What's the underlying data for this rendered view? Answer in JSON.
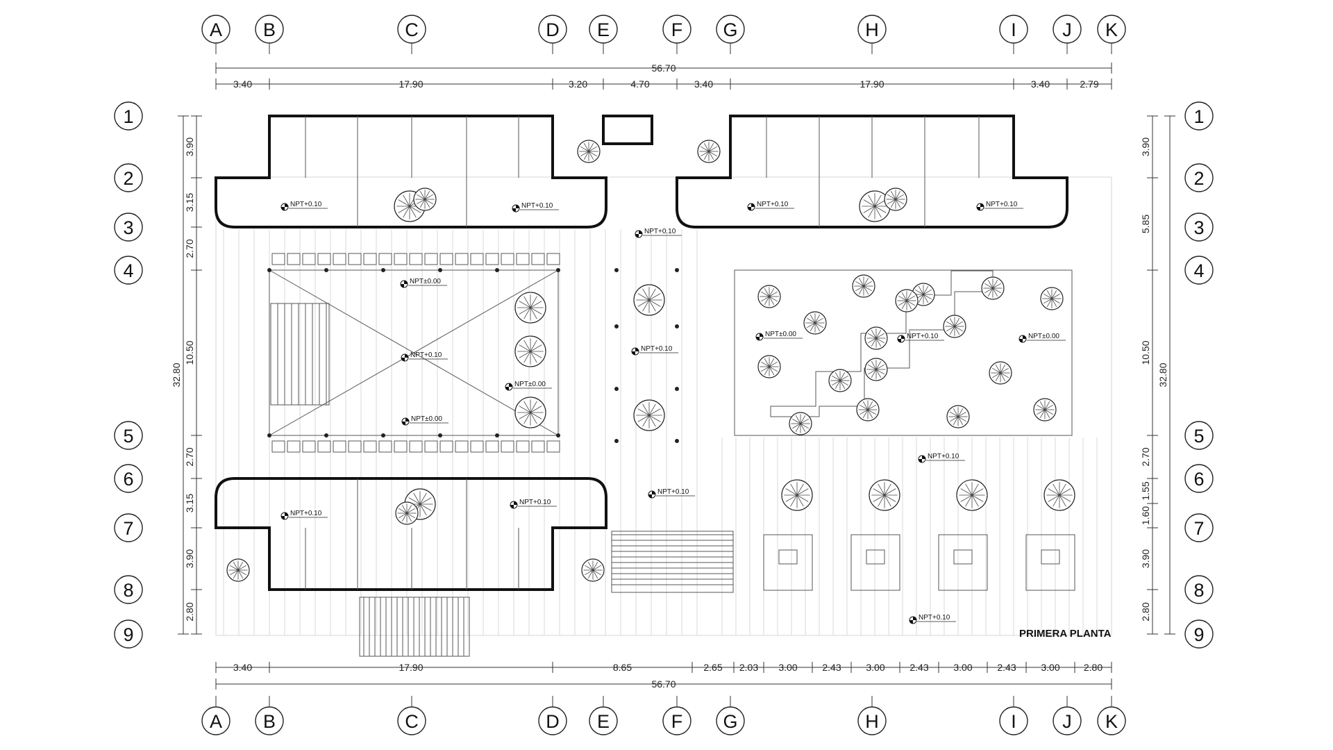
{
  "drawing": {
    "title": "PRIMERA PLANTA"
  },
  "axes_columns": [
    "A",
    "B",
    "C",
    "D",
    "E",
    "F",
    "G",
    "H",
    "I",
    "J",
    "K"
  ],
  "axes_rows": [
    "1",
    "2",
    "3",
    "4",
    "5",
    "6",
    "7",
    "8",
    "9"
  ],
  "dimensions_top": {
    "total": "56.70",
    "segments": [
      "3.40",
      "17.90",
      "3.20",
      "4.70",
      "3.40",
      "17.90",
      "3.40",
      "2.79"
    ]
  },
  "dimensions_bottom": {
    "total": "56.70",
    "segments": [
      "3.40",
      "17.90",
      "8.65",
      "2.65",
      "2.03",
      "3.00",
      "2.43",
      "3.00",
      "2.43",
      "3.00",
      "2.43",
      "3.00",
      "2.80"
    ]
  },
  "dimensions_left": {
    "total": "32.80",
    "segments": [
      "3.90",
      "3.15",
      "2.70",
      "10.50",
      "2.70",
      "3.15",
      "3.90",
      "2.80"
    ]
  },
  "dimensions_right": {
    "total": "32.80",
    "segments": [
      "3.90",
      "5.85",
      "10.50",
      "2.70",
      "1.55",
      "1.60",
      "3.90",
      "2.80"
    ]
  },
  "level_marks": [
    "NPT+0.10",
    "NPT+0.10",
    "NPT+0.10",
    "NPT+0.10",
    "NPT+0.10",
    "NPT±0.00",
    "NPT+0.10",
    "NPT±0.00",
    "NPT±0.00",
    "NPT+0.10",
    "NPT±0.00",
    "NPT+0.10",
    "NPT±0.00",
    "NPT+0.10",
    "NPT+0.10",
    "NPT+0.10",
    "NPT+0.10",
    "NPT+0.10"
  ]
}
